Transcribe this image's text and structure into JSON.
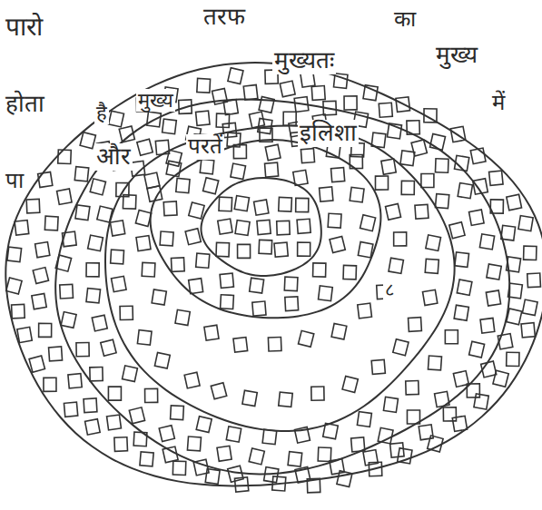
{
  "diagram": {
    "labels": [
      "पारो",
      "तरफ",
      "का",
      "मुख्यतः",
      "मुख्य",
      "होता",
      "है",
      "मुख्य",
      "में",
      "पा",
      "और",
      "परतें",
      "इलिशा",
      "८"
    ]
  }
}
